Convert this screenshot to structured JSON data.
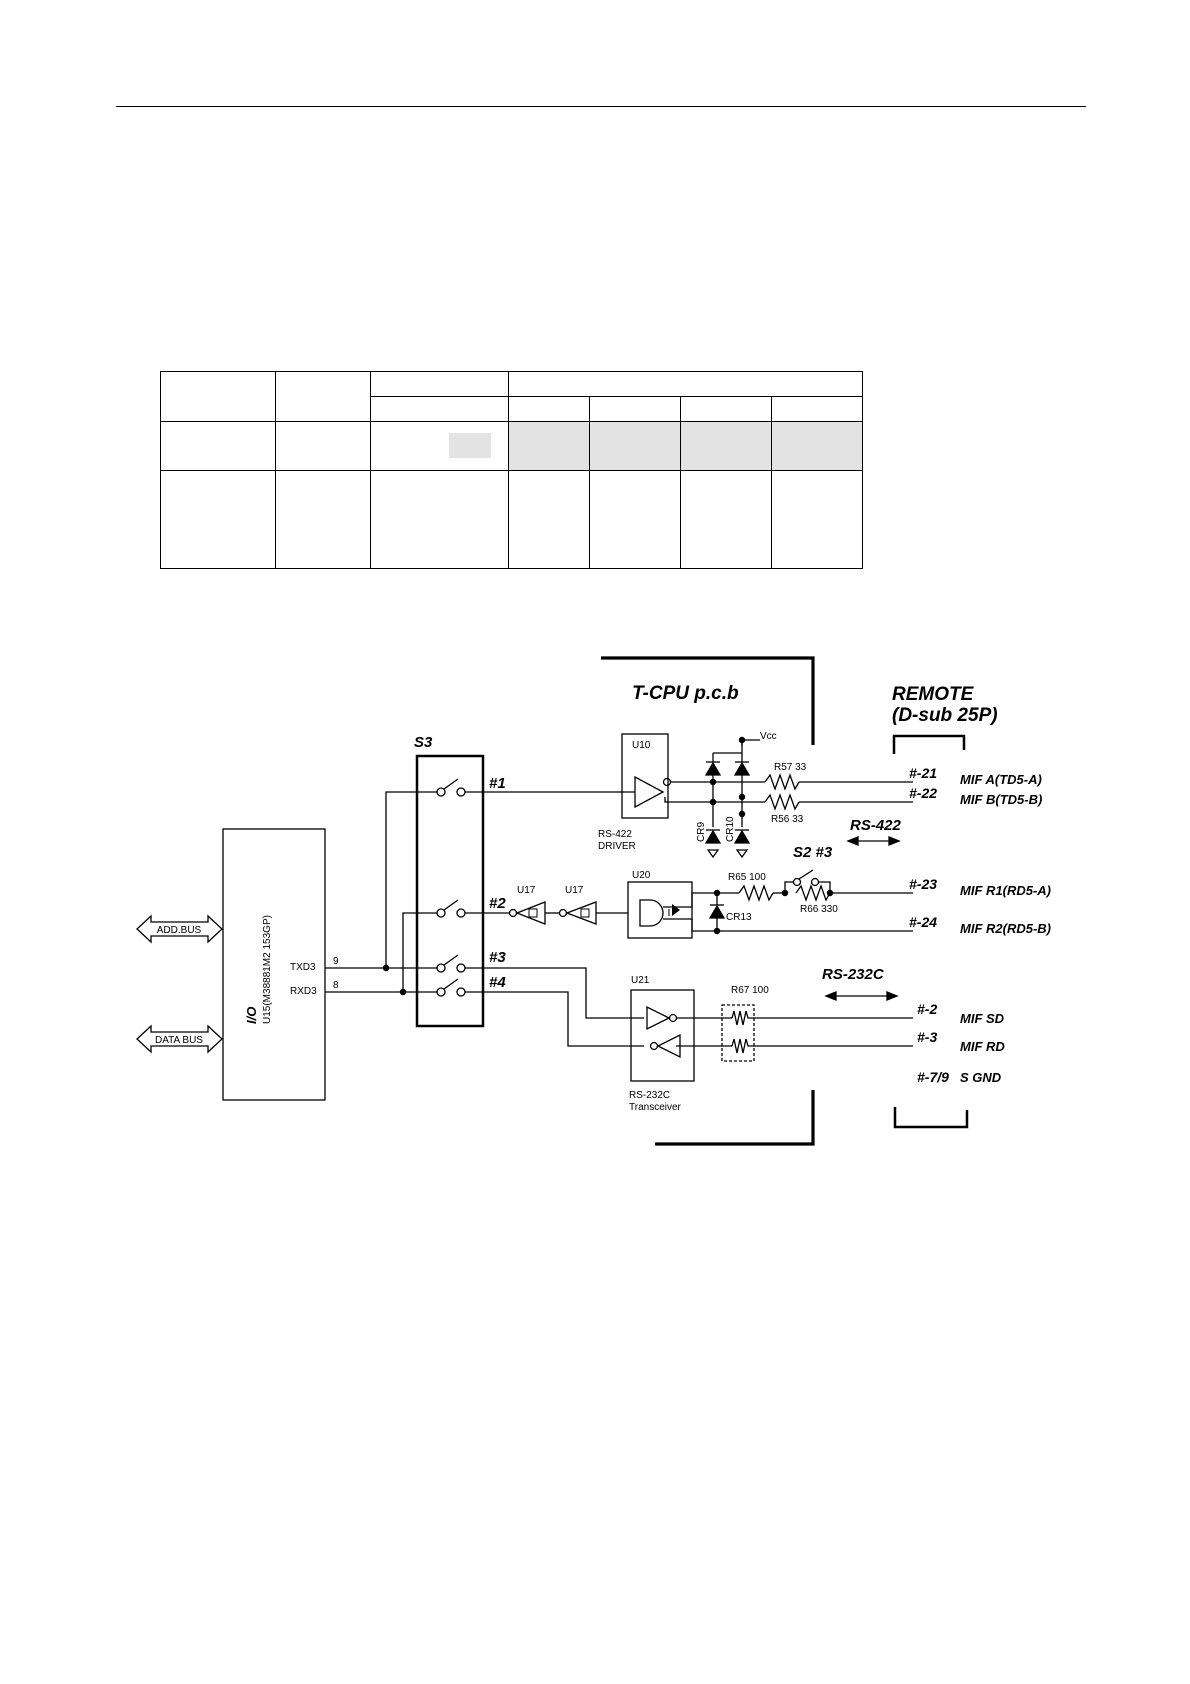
{
  "diagram": {
    "board_title": "T-CPU p.c.b",
    "remote_title": "REMOTE",
    "remote_sub": "(D-sub 25P)",
    "switch_bank": "S3",
    "switch_pins": [
      "#1",
      "#2",
      "#3",
      "#4"
    ],
    "io_block": {
      "title": "I/O",
      "chip": "U15(M38881M2 153GP)",
      "tx": "TXD3",
      "rx": "RXD3",
      "tx_pin": "9",
      "rx_pin": "8"
    },
    "buses": [
      "ADD.BUS",
      "DATA BUS"
    ],
    "rs422": {
      "label": "RS-422",
      "driver": "U10",
      "driver_caption_1": "RS-422",
      "driver_caption_2": "DRIVER",
      "vcc": "Vcc",
      "r57": "R57 33",
      "r56": "R56 33",
      "cr9": "CR9",
      "cr10": "CR10"
    },
    "receive": {
      "u17": "U17",
      "u20": "U20",
      "r65": "R65 100",
      "r66": "R66 330",
      "cr13": "CR13",
      "s2": "S2 #3"
    },
    "rs232c": {
      "label": "RS-232C",
      "transceiver": "U21",
      "caption_1": "RS-232C",
      "caption_2": "Transceiver",
      "r67": "R67 100"
    },
    "connector": [
      {
        "pin": "#-21",
        "signal": "MIF A(TD5-A)"
      },
      {
        "pin": "#-22",
        "signal": "MIF B(TD5-B)"
      },
      {
        "pin": "#-23",
        "signal": "MIF R1(RD5-A)"
      },
      {
        "pin": "#-24",
        "signal": "MIF R2(RD5-B)"
      },
      {
        "pin": "#-2",
        "signal": "MIF SD"
      },
      {
        "pin": "#-3",
        "signal": "MIF RD"
      },
      {
        "pin": "#-7/9",
        "signal": "S GND"
      }
    ]
  }
}
